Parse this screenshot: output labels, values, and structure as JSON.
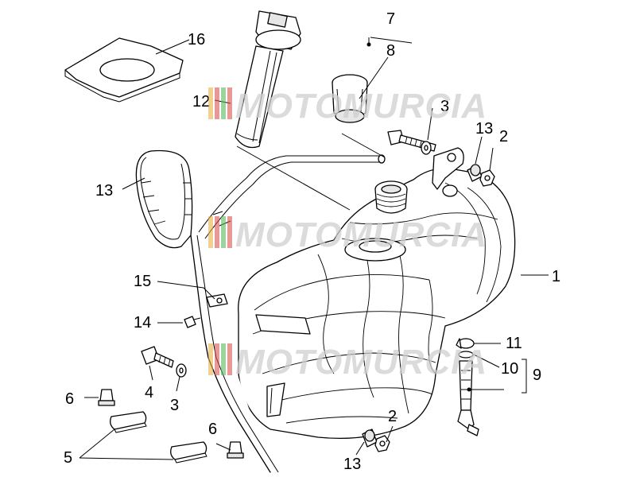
{
  "watermark": {
    "text": "MOTOMURCIA",
    "stripe_colors": [
      "#e8b34a",
      "#d9534f",
      "#5cb85c",
      "#d9534f"
    ]
  },
  "callouts": {
    "c16": "16",
    "c12": "12",
    "c7": "7",
    "c8": "8",
    "c3a": "3",
    "c13a": "13",
    "c2a": "2",
    "c13b": "13",
    "c1": "1",
    "c15": "15",
    "c14": "14",
    "c4": "4",
    "c3b": "3",
    "c6a": "6",
    "c5": "5",
    "c6b": "6",
    "c11": "11",
    "c10": "10",
    "c9": "9",
    "c2b": "2",
    "c13c": "13"
  }
}
